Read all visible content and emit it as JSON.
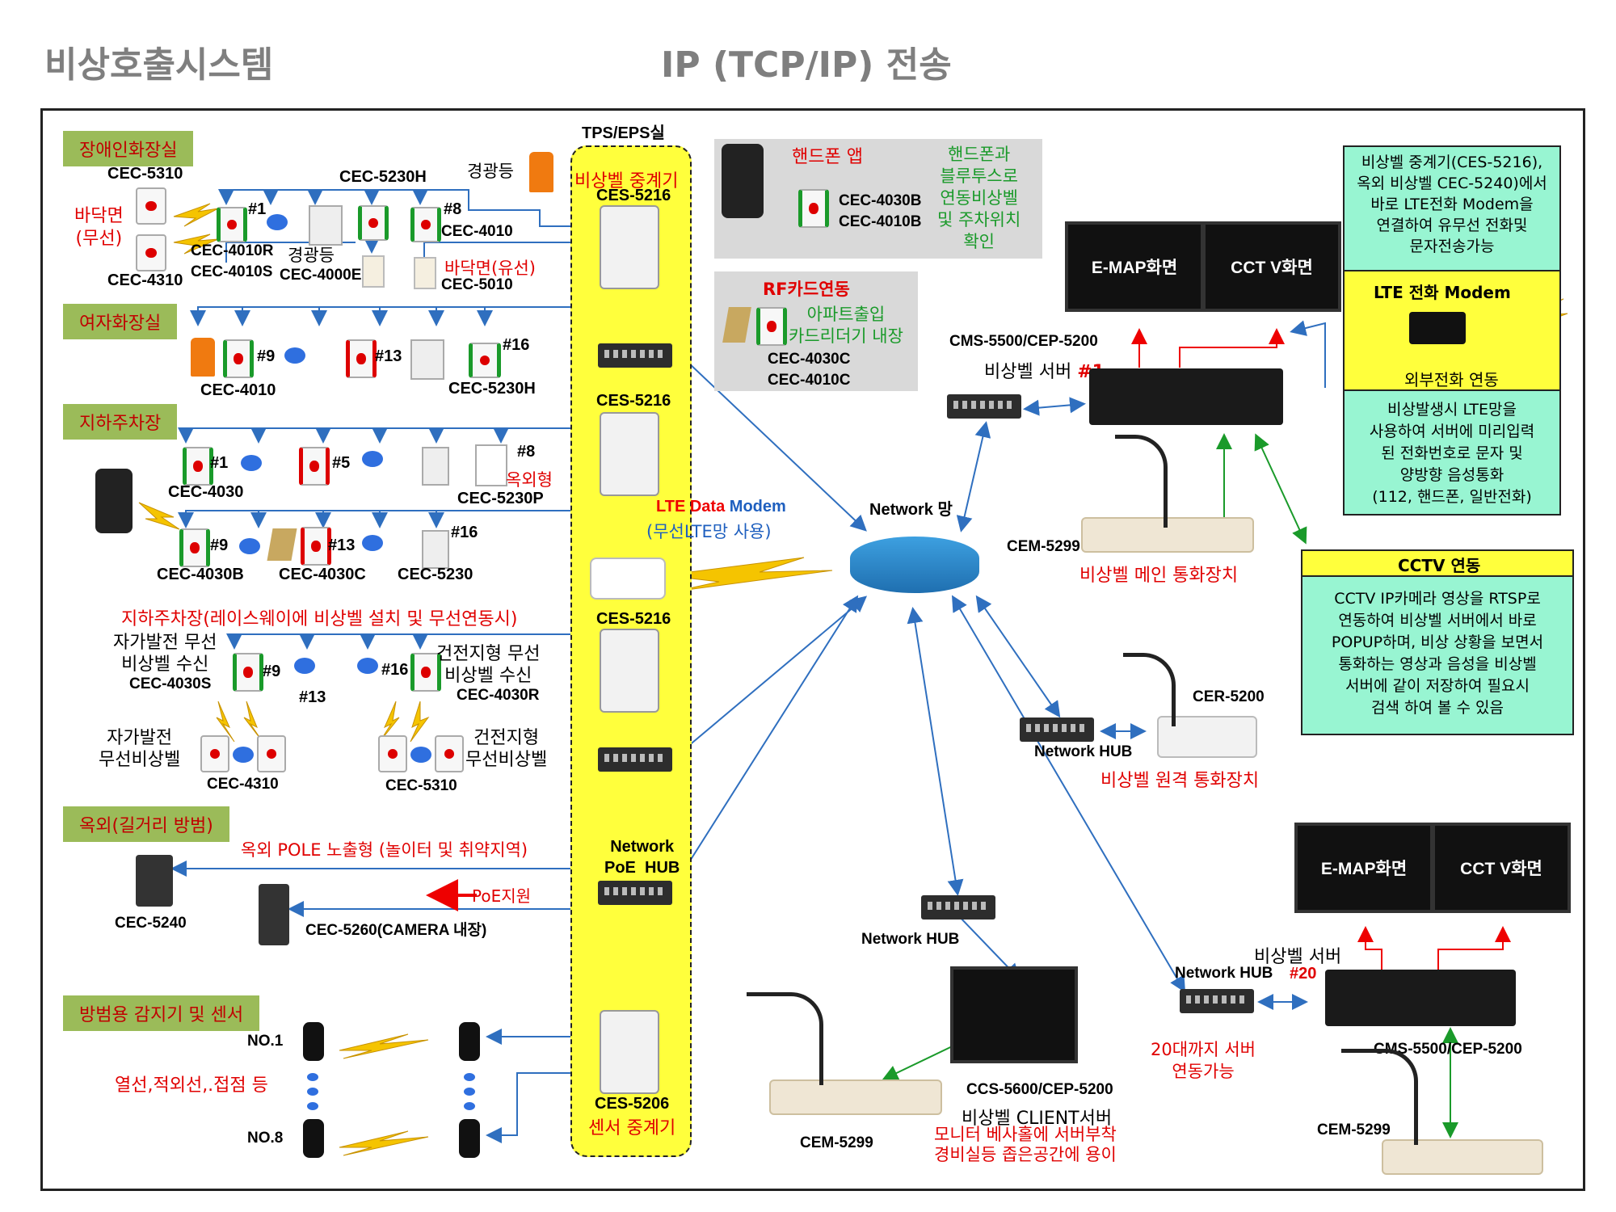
{
  "header": {
    "title_left": "비상호출시스템",
    "title_right": "IP (TCP/IP) 전송"
  },
  "tps": {
    "label": "TPS/EPS실",
    "relay_label": "비상벨 중계기",
    "relay1": "CES-5216",
    "relay2": "CES-5216",
    "relay3": "CES-5216",
    "poe": "Network\nPoE  HUB",
    "sensor_relay": "CES-5206",
    "sensor_relay_label": "센서 중계기"
  },
  "sections": {
    "s1": "장애인화장실",
    "s2": "여자화장실",
    "s3": "지하주차장",
    "s4": "옥외(길거리 방범)",
    "s5": "방범용 감지기 및 센서"
  },
  "s1": {
    "cec5310": "CEC-5310",
    "floor_wireless": "바닥면\n(무선)",
    "cec4310": "CEC-4310",
    "cec5230h": "CEC-5230H",
    "warn_light": "경광등",
    "n1": "#1",
    "n8": "#8",
    "cec4010r": "CEC-4010R\nCEC-4010S",
    "warn_light2": "경광등",
    "cec4000e": "CEC-4000E",
    "cec4010": "CEC-4010",
    "floor_wired": "바닥면(유선)",
    "cec5010": "CEC-5010"
  },
  "s2": {
    "n9": "#9",
    "n13": "#13",
    "n16": "#16",
    "cec4010": "CEC-4010",
    "cec5230h": "CEC-5230H"
  },
  "s3": {
    "n1": "#1",
    "n5": "#5",
    "n8": "#8",
    "outdoor": "옥외형",
    "cec4030": "CEC-4030",
    "cec5230p": "CEC-5230P",
    "n9": "#9",
    "n13": "#13",
    "n16": "#16",
    "cec4030b": "CEC-4030B",
    "cec4030c": "CEC-4030C",
    "cec5230": "CEC-5230"
  },
  "s3w": {
    "title": "지하주차장(레이스웨이에 비상벨 설치 및 무선연동시)",
    "gen_recv": "자가발전 무선\n비상벨 수신",
    "cec4030s": "CEC-4030S",
    "n9": "#9",
    "n13": "#13",
    "n16": "#16",
    "build_recv": "건전지형 무선\n비상벨 수신",
    "cec4030r": "CEC-4030R",
    "gen_bell": "자가발전\n무선비상벨",
    "cec4310": "CEC-4310",
    "build_bell": "건전지형\n무선비상벨",
    "cec5310": "CEC-5310"
  },
  "s4": {
    "pole": "옥외 POLE 노출형 (놀이터 및  취약지역)",
    "poe_support": "PoE지원",
    "cec5240": "CEC-5240",
    "cec5260": "CEC-5260(CAMERA 내장)"
  },
  "s5": {
    "no1": "NO.1",
    "no8": "NO.8",
    "sensors": "열선,적외선,.접점 등"
  },
  "phone_app": {
    "title": "핸드폰 앱",
    "model": "CEC-4030B\nCEC-4010B",
    "desc": "핸드폰과\n블루투스로\n연동비상벨\n및 주차위치\n확인"
  },
  "rf": {
    "title": "RF카드연동",
    "desc": "아파트출입\n카드리더기 내장",
    "model": "CEC-4030C\nCEC-4010C"
  },
  "lte_modem": {
    "lte": "LTE",
    "data": "Data",
    "modem": "Modem",
    "sub": "(무선LTE망 사용)"
  },
  "network": {
    "label": "Network 망"
  },
  "server1": {
    "emap": "E-MAP화면",
    "cctv": "CCT V화면",
    "model": "CMS-5500/CEP-5200",
    "label": "비상벨 서버",
    "num": "#1",
    "console": "CEM-5299",
    "console_label": "비상벨 메인 통화장치"
  },
  "remote": {
    "hub": "Network HUB",
    "model": "CER-5200",
    "label": "비상벨 원격 통화장치"
  },
  "client": {
    "hub": "Network HUB",
    "model": "CCS-5600/CEP-5200",
    "label": "비상벨  CLIENT서버",
    "desc": "모니터 베사홀에 서버부착\n경비실등 좁은공간에 용이",
    "console": "CEM-5299"
  },
  "server20": {
    "emap": "E-MAP화면",
    "cctv": "CCT V화면",
    "label": "비상벨 서버",
    "num": "#20",
    "hub": "Network HUB",
    "model": "CMS-5500/CEP-5200",
    "note": "20대까지 서버\n연동가능",
    "console": "CEM-5299"
  },
  "lte_box": {
    "top": "비상벨 중계기(CES-5216),\n옥외 비상벨 CEC-5240)에서\n바로 LTE전화 Modem을\n연결하여 유무선 전화및\n문자전송가능",
    "title": "LTE 전화 Modem",
    "sub": "외부전화 연동",
    "bottom": "비상발생시 LTE망을\n사용하여 서버에 미리입력\n된 전화번호로 문자 및\n양방향 음성통화\n(112, 핸드폰, 일반전화)"
  },
  "cctv_box": {
    "title": "CCTV  연동",
    "body": "CCTV IP카메라 영상을 RTSP로\n연동하여 비상벨 서버에서 바로\nPOPUP하며, 비상 상황을 보면서\n통화하는 영상과 음성을 비상벨\n서버에 같이 저장하여 필요시\n검색 하여 볼 수 있음"
  }
}
